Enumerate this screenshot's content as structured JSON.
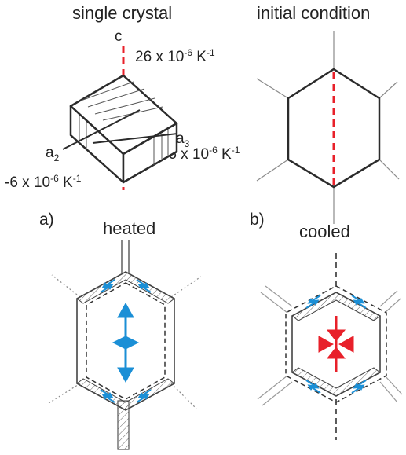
{
  "labels": {
    "title_single": "single crystal",
    "title_initial": "initial condition",
    "title_heated": "heated",
    "title_cooled": "cooled",
    "panel_a": "a)",
    "panel_b": "b)",
    "axis_c": "c",
    "axis_a2_base": "a",
    "axis_a2_sub": "2",
    "axis_a3_base": "a",
    "axis_a3_sub": "3",
    "c_coef_base": "26 x 10",
    "c_coef_exp1": "-6",
    "c_coef_unit": " K",
    "c_coef_exp2": "-1",
    "a3_coef_base": "-6 x 10",
    "a3_coef_exp1": "-6",
    "a3_coef_unit": " K",
    "a3_coef_exp2": "-1",
    "a2_coef_base": "-6 x 10",
    "a2_coef_exp1": "-6",
    "a2_coef_unit": " K",
    "a2_coef_exp2": "-1"
  },
  "colors": {
    "line": "#2b2b2b",
    "grey": "#8a8a8a",
    "c_axis": "#e8202a",
    "heated_arrows": "#1b8fd6",
    "cooled_arrows": "#e8202a",
    "shear_arrows": "#1b8fd6"
  }
}
